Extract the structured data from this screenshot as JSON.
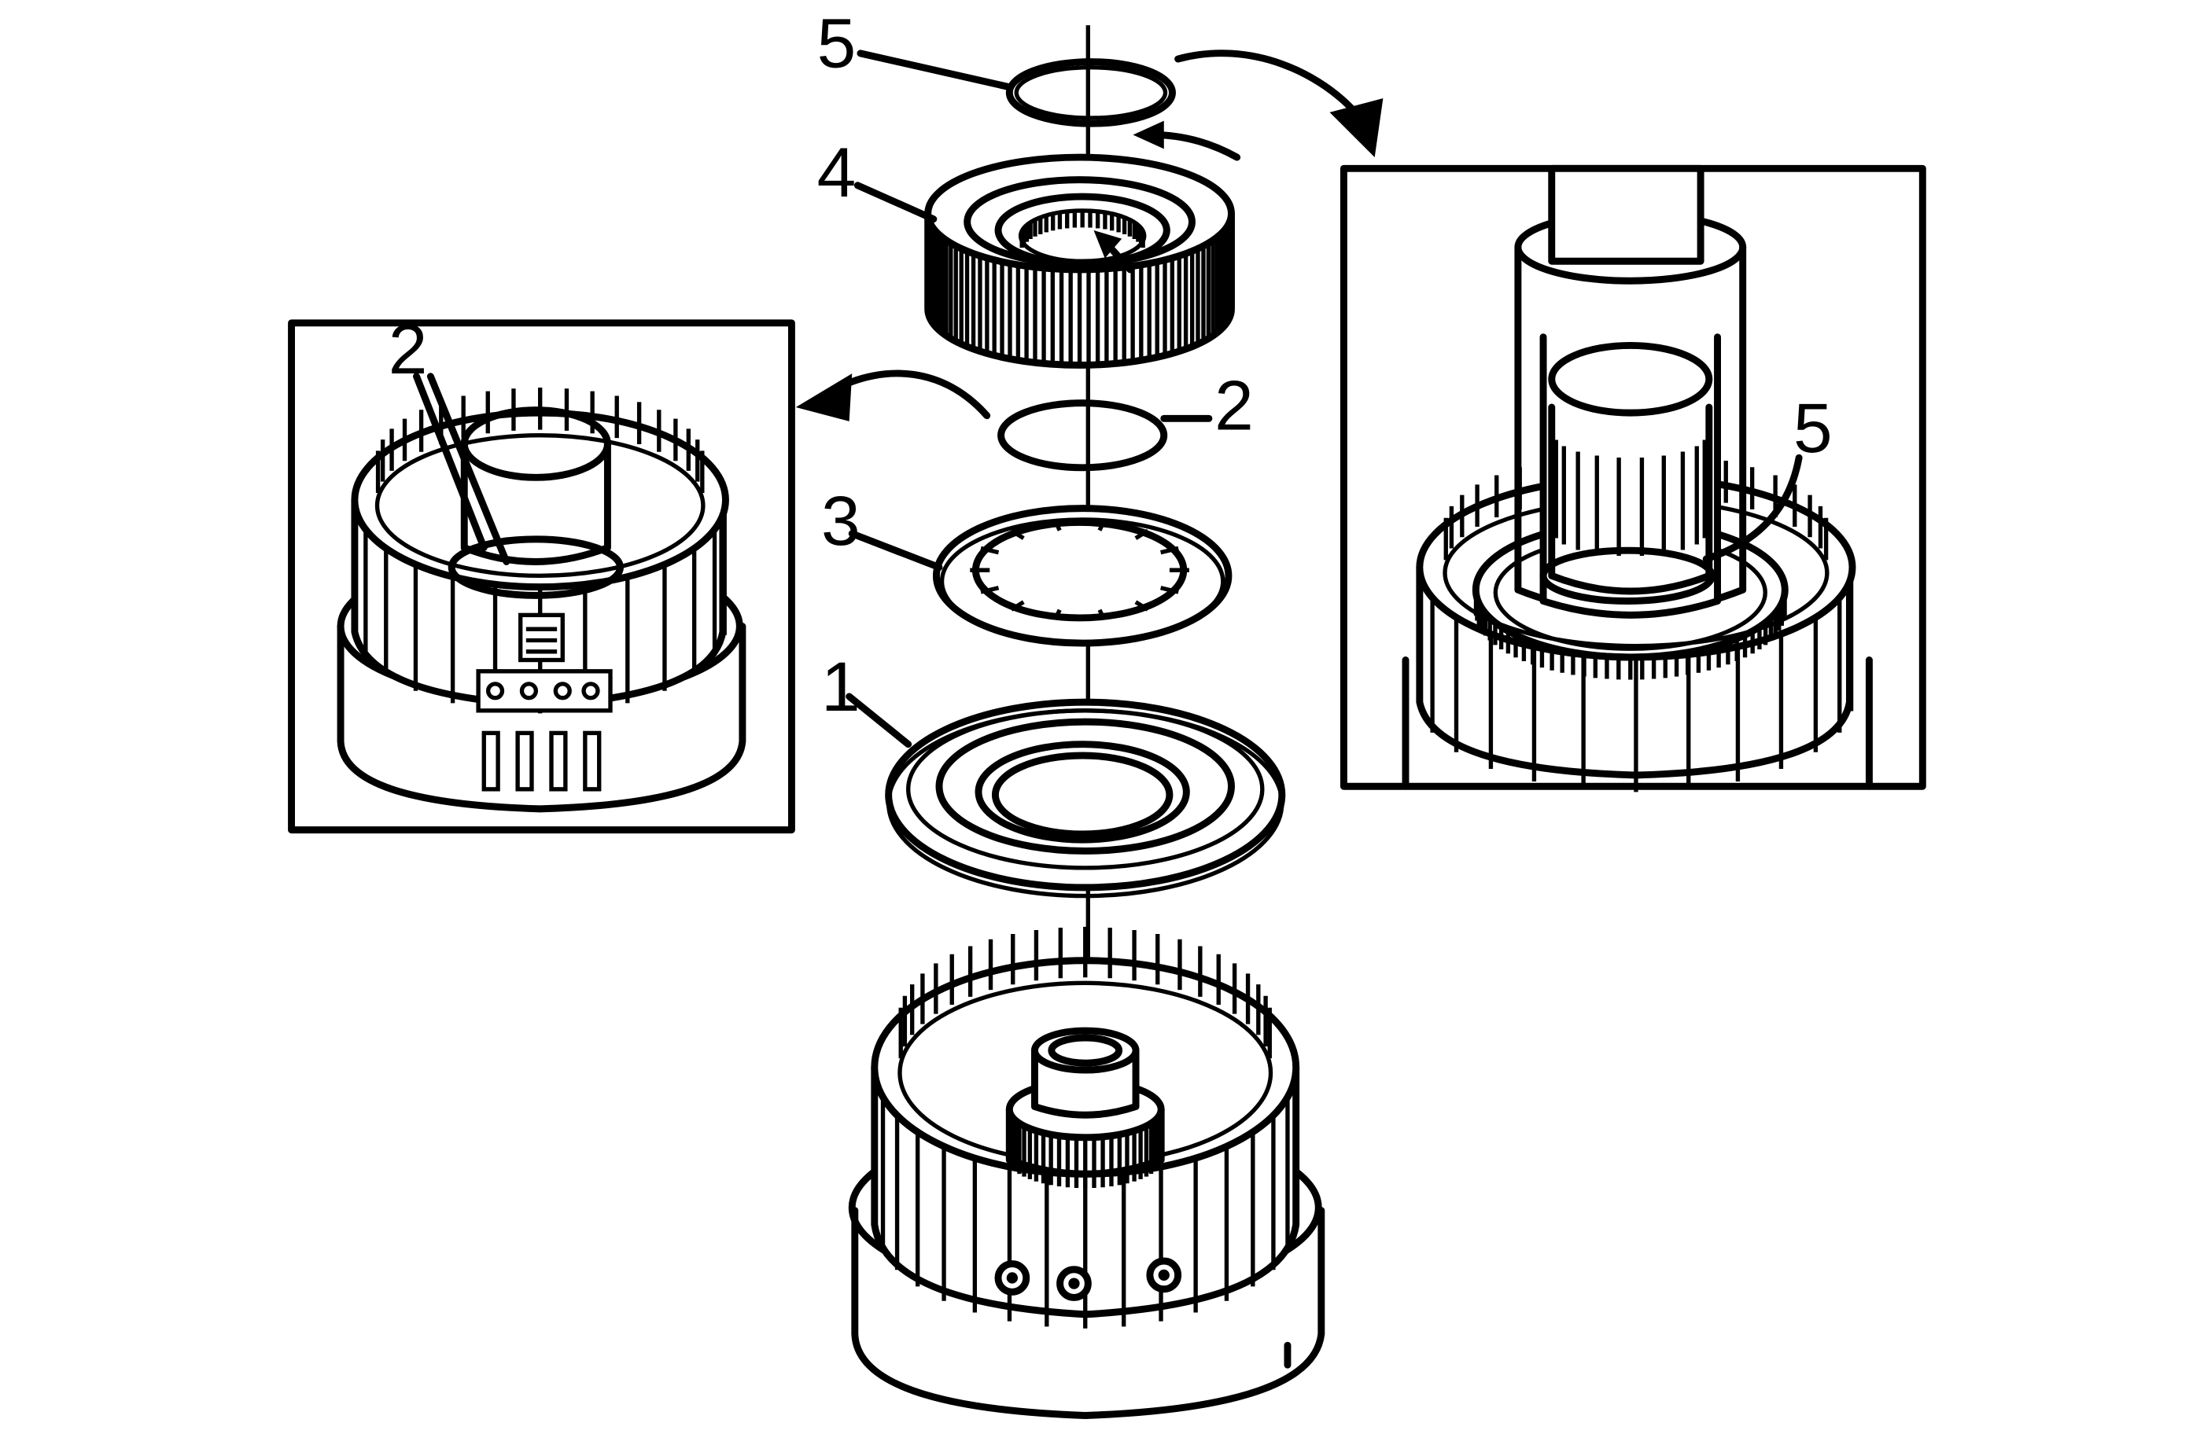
{
  "callouts": {
    "seal_ring_top": "5",
    "clutch_hub": "4",
    "snap_ring": "2",
    "spring_plate": "3",
    "piston": "1",
    "inset_left_ring": "2",
    "inset_right_ring": "5"
  },
  "colors": {
    "ink": "#000000",
    "paper": "#ffffff",
    "tool_stipple": "#9a9a9a"
  }
}
